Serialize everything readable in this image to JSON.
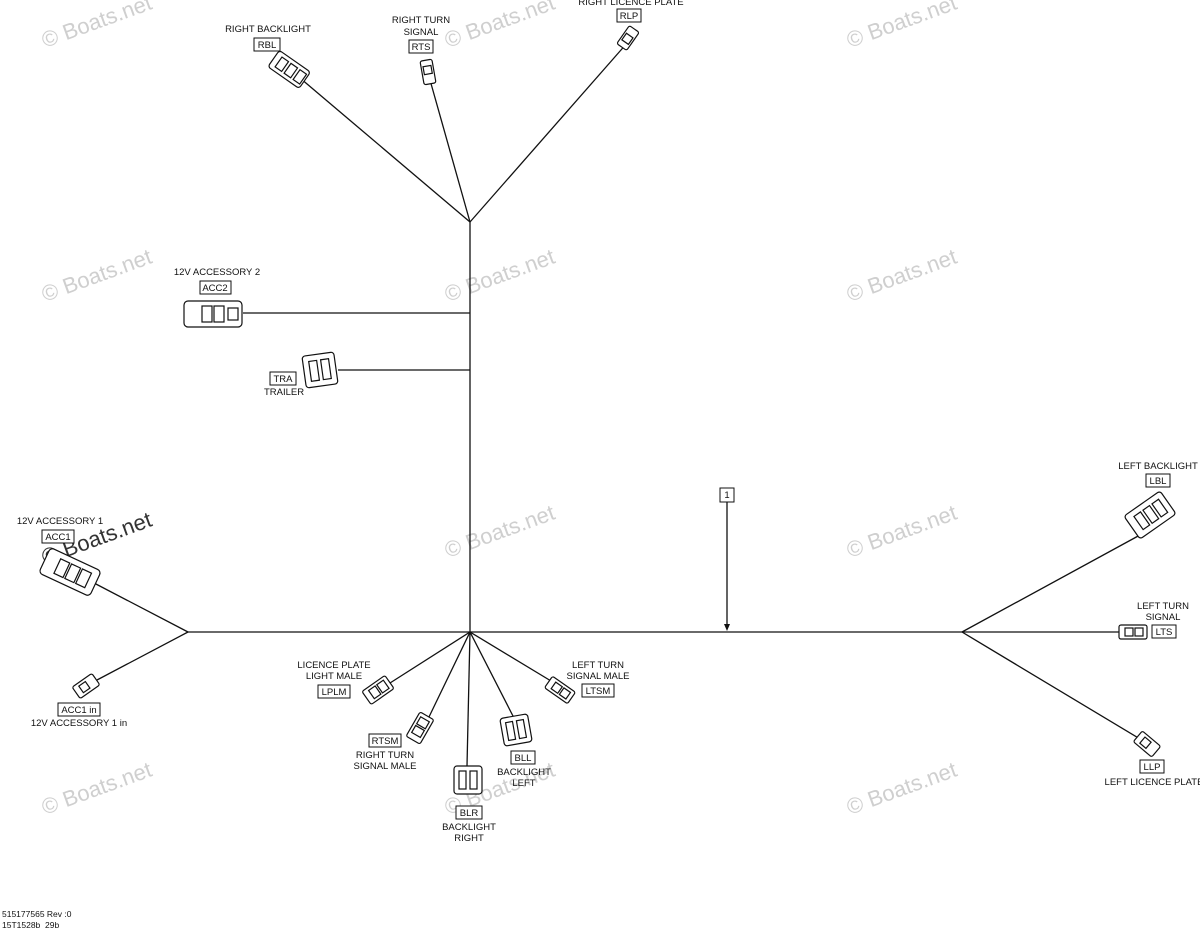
{
  "watermark": "© Boats.net",
  "connectors": [
    {
      "code": "RBL",
      "lines": [
        "RIGHT BACKLIGHT"
      ]
    },
    {
      "code": "RTS",
      "lines": [
        "RIGHT TURN",
        "SIGNAL"
      ]
    },
    {
      "code": "RLP",
      "lines": [
        "RIGHT LICENCE PLATE"
      ]
    },
    {
      "code": "ACC2",
      "lines": [
        "12V ACCESSORY 2"
      ]
    },
    {
      "code": "TRA",
      "lines": [
        "TRAILER"
      ]
    },
    {
      "code": "ACC1",
      "lines": [
        "12V ACCESSORY 1"
      ]
    },
    {
      "code": "ACC1 in",
      "lines": [
        "12V ACCESSORY 1 in"
      ]
    },
    {
      "code": "LPLM",
      "lines": [
        "LICENCE PLATE",
        "LIGHT MALE"
      ]
    },
    {
      "code": "RTSM",
      "lines": [
        "RIGHT TURN",
        "SIGNAL MALE"
      ]
    },
    {
      "code": "BLR",
      "lines": [
        "BACKLIGHT",
        "RIGHT"
      ]
    },
    {
      "code": "BLL",
      "lines": [
        "BACKLIGHT",
        "LEFT"
      ]
    },
    {
      "code": "LTSM",
      "lines": [
        "LEFT TURN",
        "SIGNAL MALE"
      ]
    },
    {
      "code": "LBL",
      "lines": [
        "LEFT BACKLIGHT"
      ]
    },
    {
      "code": "LTS",
      "lines": [
        "LEFT TURN",
        "SIGNAL"
      ]
    },
    {
      "code": "LLP",
      "lines": [
        "LEFT LICENCE PLATE"
      ]
    }
  ],
  "callout": "1",
  "footer": {
    "part_number": "515177565 Rev :0",
    "drawing_code": "15T1528b_29b"
  }
}
